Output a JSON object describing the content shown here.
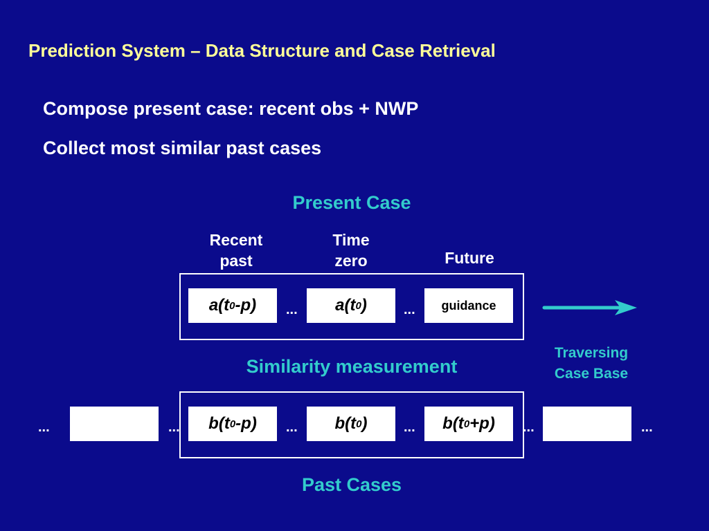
{
  "slide": {
    "title": "Prediction System – Data Structure and Case Retrieval",
    "bullets": [
      "Compose present case: recent obs + NWP",
      "Collect most similar past cases"
    ]
  },
  "diagram": {
    "present_case_label": "Present Case",
    "col_labels": {
      "recent_past": [
        "Recent",
        "past"
      ],
      "time_zero": [
        "Time",
        "zero"
      ],
      "future": "Future"
    },
    "present_cells": {
      "a_past": {
        "main": "a(t",
        "sub": "0",
        "tail": "-p)"
      },
      "a_zero": {
        "main": "a(t",
        "sub": "0",
        "tail": ")"
      },
      "guidance": "guidance"
    },
    "similarity_label": "Similarity measurement",
    "traversing_label": [
      "Traversing",
      "Case Base"
    ],
    "past_cells": {
      "b_past": {
        "main": "b(t",
        "sub": "0",
        "tail": "-p)"
      },
      "b_zero": {
        "main": "b(t",
        "sub": "0",
        "tail": ")"
      },
      "b_future": {
        "main": "b(t",
        "sub": "0",
        "tail": "+p)"
      }
    },
    "ellipsis": "...",
    "past_cases_label": "Past Cases"
  },
  "colors": {
    "background": "#0b0b8c",
    "title": "#ffff99",
    "accent": "#33cccc",
    "text": "#ffffff"
  }
}
